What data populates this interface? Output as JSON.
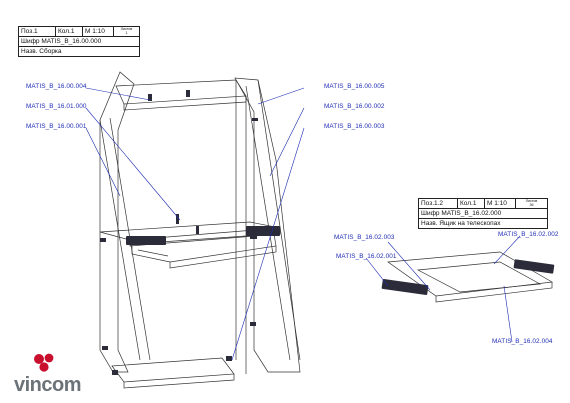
{
  "title_block_main": {
    "pos": "Поз.1",
    "qty": "Кол.1",
    "scale": "М 1:10",
    "sheet_top": "Листов",
    "sheet_num": "1",
    "code": "Шифр MATIS_B_16.00.000",
    "name": "Назв. Сборка"
  },
  "title_block_drawer": {
    "pos": "Поз.1.2",
    "qty": "Кол.1",
    "scale": "М 1:10",
    "sheet_top": "Листов",
    "sheet_num": "36",
    "code": "Шифр MATIS_B_16.02.000",
    "name": "Назв. Ящик на телескопах"
  },
  "callouts_main": [
    "MATIS_B_16.00.004",
    "MATIS_B_16.01.000",
    "MATIS_B_16.00.001",
    "MATIS_B_16.00.005",
    "MATIS_B_16.00.002",
    "MATIS_B_16.00.003"
  ],
  "callouts_drawer": [
    "MATIS_B_16.02.003",
    "MATIS_B_16.02.001",
    "MATIS_B_16.02.002",
    "MATIS_B_16.02.004"
  ],
  "logo": {
    "text": "vincom",
    "colors": {
      "red": "#c8102e",
      "gray": "#6b7378"
    }
  },
  "colors": {
    "callout": "#1f2db3",
    "line": "#222222",
    "fitting": "#2b2b3a"
  }
}
